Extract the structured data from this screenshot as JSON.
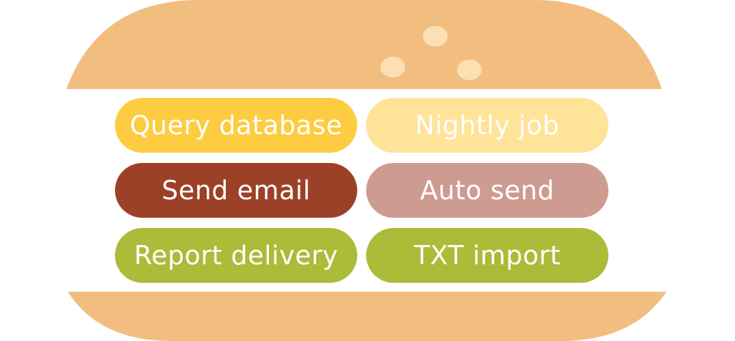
{
  "colors": {
    "bun": "#F2BE80",
    "seed": "#FCE0B4",
    "pill_query_database": "#FDCC40",
    "pill_nightly_job": "#FEE399",
    "pill_send_email": "#9C4128",
    "pill_auto_send": "#CE9B91",
    "pill_report_delivery": "#ACBB38",
    "pill_txt_import": "#ACBB38",
    "text": "#FFFFFF"
  },
  "items": {
    "query_database": "Query database",
    "nightly_job": "Nightly job",
    "send_email": "Send email",
    "auto_send": "Auto send",
    "report_delivery": "Report delivery",
    "txt_import": "TXT import"
  }
}
